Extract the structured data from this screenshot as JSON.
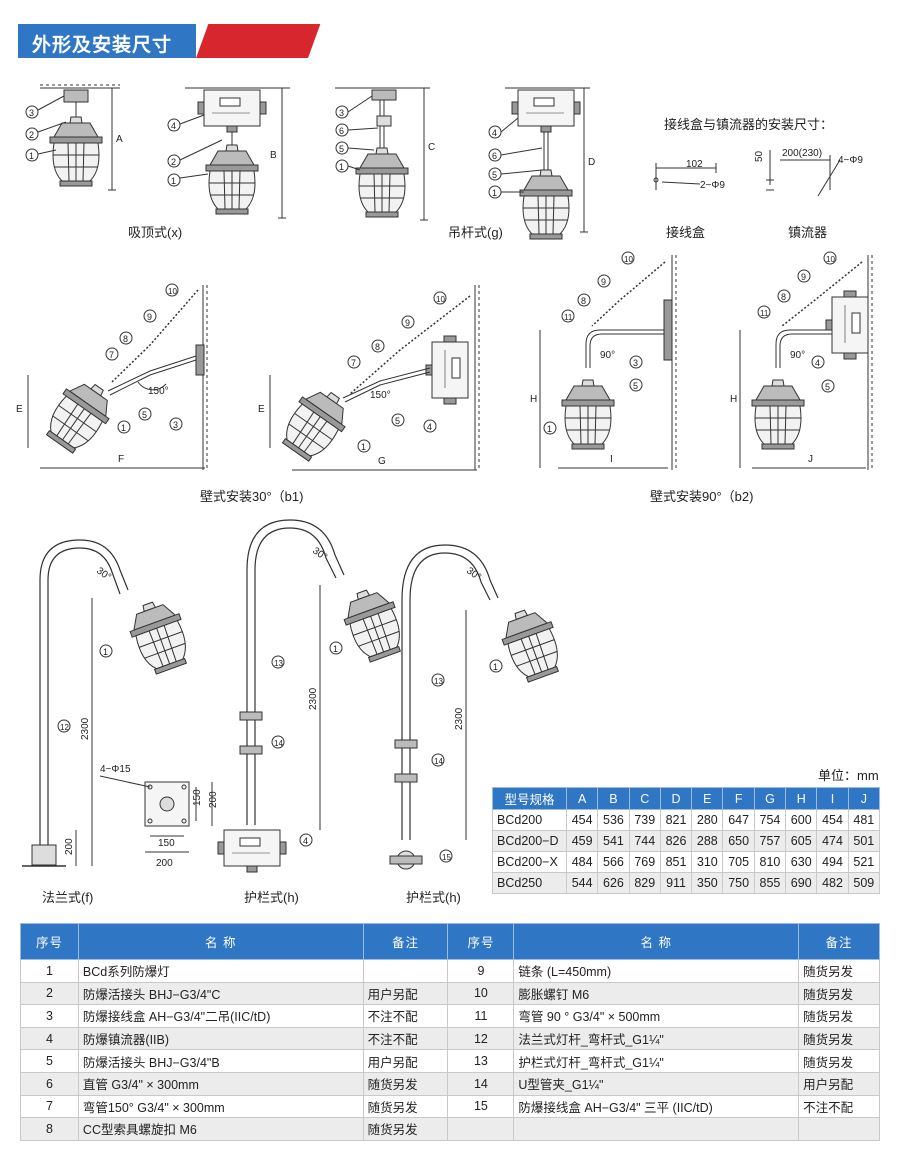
{
  "section_title": "外形及安装尺寸",
  "captions": {
    "ceiling": "吸顶式(x)",
    "pendant": "吊杆式(g)",
    "junction_box": "接线盒",
    "ballast": "镇流器",
    "install_dims": "接线盒与镇流器的安装尺寸：",
    "wall30": "壁式安装30°（b1)",
    "wall90": "壁式安装90°（b2)",
    "flange": "法兰式(f)",
    "rail1": "护栏式(h)",
    "rail2": "护栏式(h)"
  },
  "drawing_labels": {
    "A": "A",
    "B": "B",
    "C": "C",
    "D": "D",
    "E": "E",
    "F": "F",
    "G": "G",
    "H": "H",
    "I": "I",
    "J": "J",
    "dim102": "102",
    "hole2": "2−Φ9",
    "dim50": "50",
    "dim200_230": "200(230)",
    "hole4": "4−Φ9",
    "ang150": "150°",
    "ang90": "90°",
    "ang30": "30°",
    "dim2300": "2300",
    "dim200": "200",
    "dim150": "150",
    "hole4_15": "4−Φ15"
  },
  "unit": "单位：mm",
  "spec_table": {
    "headers": [
      "型号规格",
      "A",
      "B",
      "C",
      "D",
      "E",
      "F",
      "G",
      "H",
      "I",
      "J"
    ],
    "rows": [
      [
        "BCd200",
        "454",
        "536",
        "739",
        "821",
        "280",
        "647",
        "754",
        "600",
        "454",
        "481"
      ],
      [
        "BCd200−D",
        "459",
        "541",
        "744",
        "826",
        "288",
        "650",
        "757",
        "605",
        "474",
        "501"
      ],
      [
        "BCd200−X",
        "484",
        "566",
        "769",
        "851",
        "310",
        "705",
        "810",
        "630",
        "494",
        "521"
      ],
      [
        "BCd250",
        "544",
        "626",
        "829",
        "911",
        "350",
        "750",
        "855",
        "690",
        "482",
        "509"
      ]
    ]
  },
  "parts_table": {
    "headers": [
      "序号",
      "名  称",
      "备注",
      "序号",
      "名  称",
      "备注"
    ],
    "rows": [
      [
        "1",
        "BCd系列防爆灯",
        "",
        "9",
        "链条 (L=450mm)",
        "随货另发"
      ],
      [
        "2",
        "防爆活接头 BHJ−G3/4\"C",
        "用户另配",
        "10",
        "膨胀螺钉  M6",
        "随货另发"
      ],
      [
        "3",
        "防爆接线盒 AH−G3/4\"二吊(IIC/tD)",
        "不注不配",
        "11",
        "弯管 90 °  G3/4\" × 500mm",
        "随货另发"
      ],
      [
        "4",
        "防爆镇流器(IIB)",
        "不注不配",
        "12",
        "法兰式灯杆_弯杆式_G1¼\"",
        "随货另发"
      ],
      [
        "5",
        "防爆活接头 BHJ−G3/4\"B",
        "用户另配",
        "13",
        "护栏式灯杆_弯杆式_G1¼\"",
        "随货另发"
      ],
      [
        "6",
        "直管 G3/4\" × 300mm",
        "随货另发",
        "14",
        "U型管夹_G1¼\"",
        "用户另配"
      ],
      [
        "7",
        "弯管150°  G3/4\" × 300mm",
        "随货另发",
        "15",
        "防爆接线盒 AH−G3/4\" 三平 (IIC/tD)",
        "不注不配"
      ],
      [
        "8",
        "CC型索具螺旋扣 M6",
        "随货另发",
        "",
        "",
        ""
      ]
    ]
  },
  "colors": {
    "blue": "#2f76c4",
    "red": "#d7262d",
    "row_alt": "#ececec"
  }
}
